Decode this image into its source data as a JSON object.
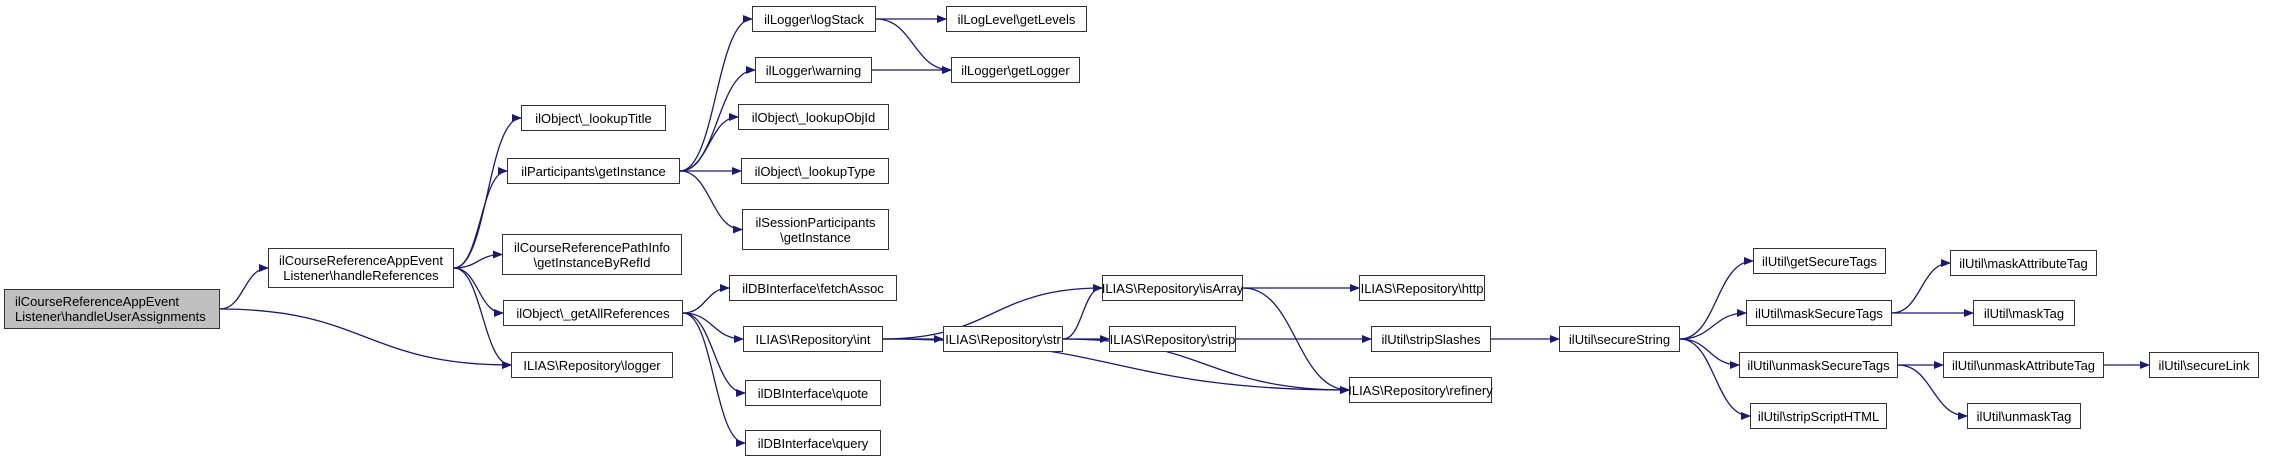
{
  "diagram": {
    "type": "call-graph",
    "edge_color": "#191970",
    "root_fill": "#bfbfbf",
    "node_fill": "#ffffff",
    "nodes": [
      {
        "id": "root",
        "label": "ilCourseReferenceAppEvent\nListener\\handleUserAssignments",
        "root": true
      },
      {
        "id": "handleReferences",
        "label": "ilCourseReferenceAppEvent\nListener\\handleReferences"
      },
      {
        "id": "lookupTitle",
        "label": "ilObject\\_lookupTitle"
      },
      {
        "id": "participantsGetInstance",
        "label": "ilParticipants\\getInstance"
      },
      {
        "id": "pathInfo",
        "label": "ilCourseReferencePathInfo\n\\getInstanceByRefId"
      },
      {
        "id": "getAllReferences",
        "label": "ilObject\\_getAllReferences"
      },
      {
        "id": "repoLogger",
        "label": "ILIAS\\Repository\\logger"
      },
      {
        "id": "logStack",
        "label": "ilLogger\\logStack"
      },
      {
        "id": "warning",
        "label": "ilLogger\\warning"
      },
      {
        "id": "lookupObjId",
        "label": "ilObject\\_lookupObjId"
      },
      {
        "id": "lookupType",
        "label": "ilObject\\_lookupType"
      },
      {
        "id": "sessionParticipants",
        "label": "ilSessionParticipants\n\\getInstance"
      },
      {
        "id": "getLevels",
        "label": "ilLogLevel\\getLevels"
      },
      {
        "id": "getLogger",
        "label": "ilLogger\\getLogger"
      },
      {
        "id": "fetchAssoc",
        "label": "ilDBInterface\\fetchAssoc"
      },
      {
        "id": "repoInt",
        "label": "ILIAS\\Repository\\int"
      },
      {
        "id": "quote",
        "label": "ilDBInterface\\quote"
      },
      {
        "id": "query",
        "label": "ilDBInterface\\query"
      },
      {
        "id": "repoStr",
        "label": "ILIAS\\Repository\\str"
      },
      {
        "id": "isArray",
        "label": "ILIAS\\Repository\\isArray"
      },
      {
        "id": "repoStrip",
        "label": "ILIAS\\Repository\\strip"
      },
      {
        "id": "http",
        "label": "ILIAS\\Repository\\http"
      },
      {
        "id": "stripSlashes",
        "label": "ilUtil\\stripSlashes"
      },
      {
        "id": "refinery",
        "label": "ILIAS\\Repository\\refinery"
      },
      {
        "id": "secureString",
        "label": "ilUtil\\secureString"
      },
      {
        "id": "getSecureTags",
        "label": "ilUtil\\getSecureTags"
      },
      {
        "id": "maskSecureTags",
        "label": "ilUtil\\maskSecureTags"
      },
      {
        "id": "unmaskSecureTags",
        "label": "ilUtil\\unmaskSecureTags"
      },
      {
        "id": "stripScriptHTML",
        "label": "ilUtil\\stripScriptHTML"
      },
      {
        "id": "maskAttributeTag",
        "label": "ilUtil\\maskAttributeTag"
      },
      {
        "id": "maskTag",
        "label": "ilUtil\\maskTag"
      },
      {
        "id": "unmaskAttributeTag",
        "label": "ilUtil\\unmaskAttributeTag"
      },
      {
        "id": "unmaskTag",
        "label": "ilUtil\\unmaskTag"
      },
      {
        "id": "secureLink",
        "label": "ilUtil\\secureLink"
      }
    ],
    "edges": [
      [
        "root",
        "handleReferences"
      ],
      [
        "root",
        "repoLogger"
      ],
      [
        "handleReferences",
        "lookupTitle"
      ],
      [
        "handleReferences",
        "participantsGetInstance"
      ],
      [
        "handleReferences",
        "pathInfo"
      ],
      [
        "handleReferences",
        "getAllReferences"
      ],
      [
        "handleReferences",
        "repoLogger"
      ],
      [
        "participantsGetInstance",
        "logStack"
      ],
      [
        "participantsGetInstance",
        "warning"
      ],
      [
        "participantsGetInstance",
        "lookupObjId"
      ],
      [
        "participantsGetInstance",
        "lookupType"
      ],
      [
        "participantsGetInstance",
        "sessionParticipants"
      ],
      [
        "logStack",
        "getLevels"
      ],
      [
        "logStack",
        "getLogger"
      ],
      [
        "warning",
        "getLogger"
      ],
      [
        "getAllReferences",
        "fetchAssoc"
      ],
      [
        "getAllReferences",
        "repoInt"
      ],
      [
        "getAllReferences",
        "quote"
      ],
      [
        "getAllReferences",
        "query"
      ],
      [
        "repoInt",
        "isArray"
      ],
      [
        "repoInt",
        "repoStr"
      ],
      [
        "repoInt",
        "refinery"
      ],
      [
        "repoStr",
        "isArray"
      ],
      [
        "repoStr",
        "repoStrip"
      ],
      [
        "repoStr",
        "refinery"
      ],
      [
        "isArray",
        "http"
      ],
      [
        "isArray",
        "refinery"
      ],
      [
        "repoStrip",
        "stripSlashes"
      ],
      [
        "stripSlashes",
        "secureString"
      ],
      [
        "secureString",
        "getSecureTags"
      ],
      [
        "secureString",
        "maskSecureTags"
      ],
      [
        "secureString",
        "unmaskSecureTags"
      ],
      [
        "secureString",
        "stripScriptHTML"
      ],
      [
        "maskSecureTags",
        "maskAttributeTag"
      ],
      [
        "maskSecureTags",
        "maskTag"
      ],
      [
        "unmaskSecureTags",
        "unmaskAttributeTag"
      ],
      [
        "unmaskSecureTags",
        "unmaskTag"
      ],
      [
        "unmaskAttributeTag",
        "secureLink"
      ]
    ]
  }
}
